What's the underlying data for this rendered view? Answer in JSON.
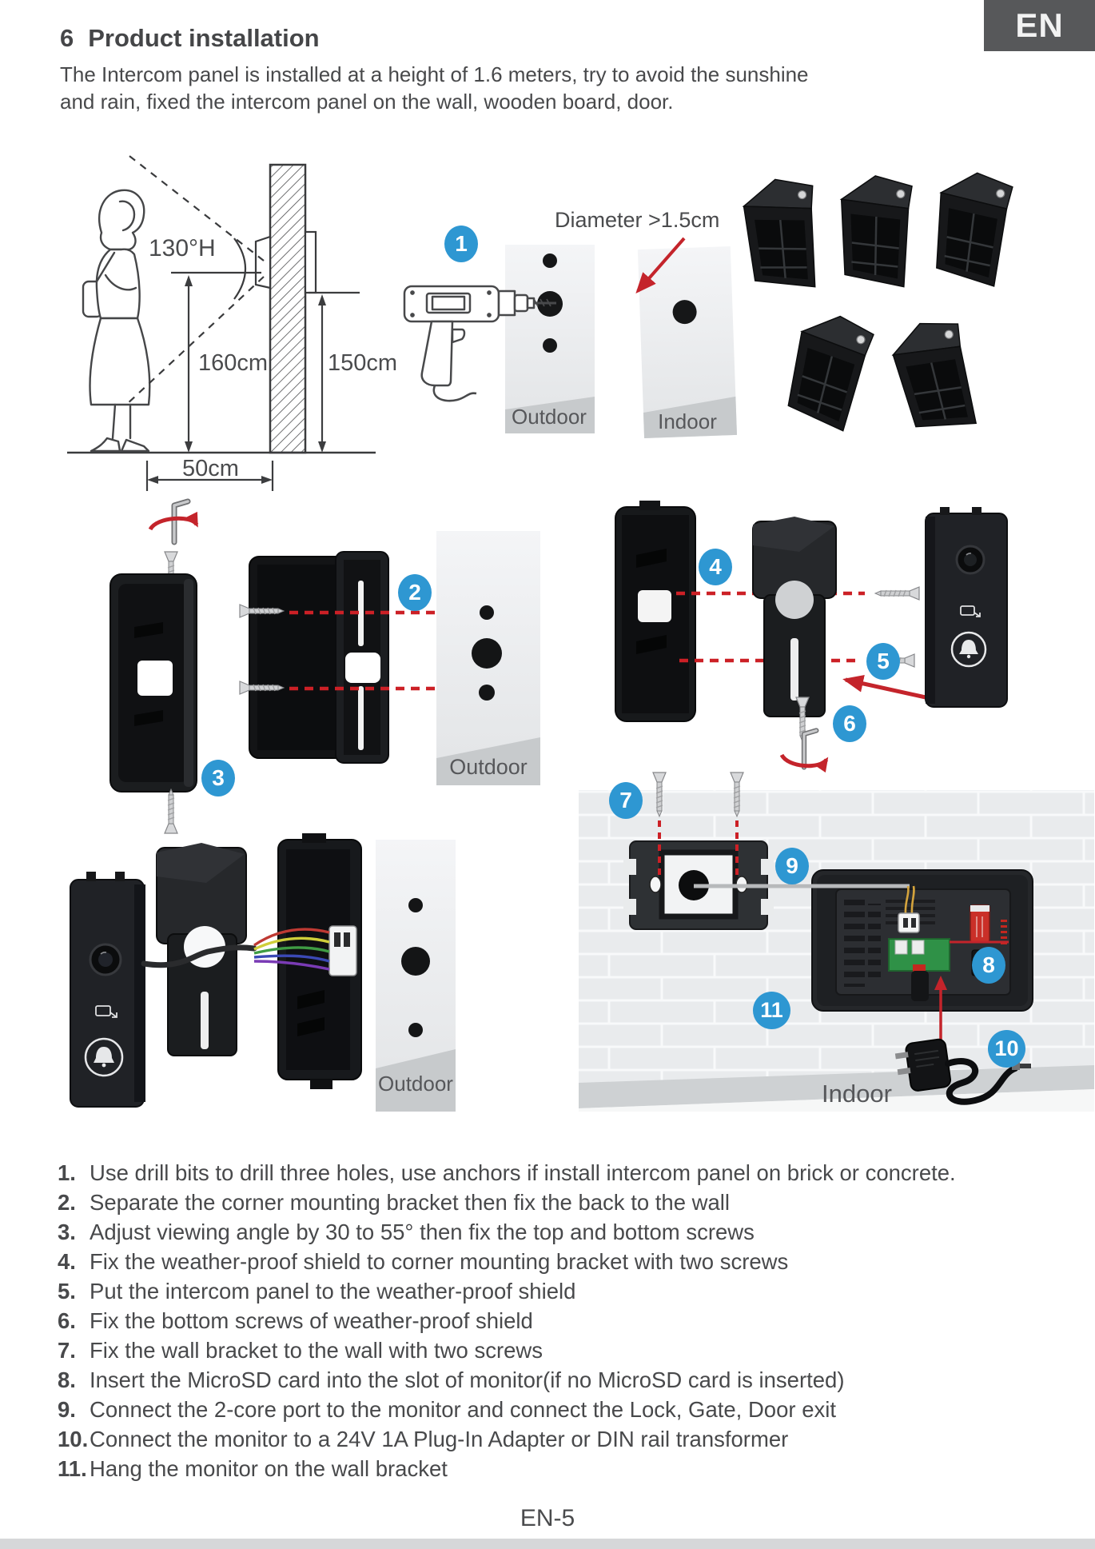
{
  "header": {
    "badge": "EN",
    "section_number": "6",
    "title": "Product installation",
    "intro_line1": "The Intercom panel is installed at a height of 1.6 meters, try to avoid the sunshine",
    "intro_line2": "and rain, fixed the intercom panel on the wall, wooden board, door."
  },
  "diagram_labels": {
    "angle": "130°H",
    "person_height": "160cm",
    "panel_height": "150cm",
    "distance": "50cm",
    "hole_note": "Diameter >1.5cm",
    "outdoor_1": "Outdoor",
    "indoor_1": "Indoor",
    "outdoor_2": "Outdoor",
    "outdoor_3": "Outdoor",
    "indoor_2": "Indoor"
  },
  "step_badges": {
    "b1": "1",
    "b2": "2",
    "b3": "3",
    "b4": "4",
    "b5": "5",
    "b6": "6",
    "b7": "7",
    "b8": "8",
    "b9": "9",
    "b10": "10",
    "b11": "11"
  },
  "steps": [
    {
      "num": "1.",
      "text": "Use drill bits to drill three holes, use anchors if install intercom panel on brick or concrete."
    },
    {
      "num": "2.",
      "text": "Separate the corner mounting bracket then fix the back to the wall"
    },
    {
      "num": "3.",
      "text": "Adjust viewing angle by 30 to 55° then fix the top and bottom screws"
    },
    {
      "num": "4.",
      "text": "Fix the weather-proof shield to corner mounting bracket with two screws"
    },
    {
      "num": "5.",
      "text": "Put the intercom panel to the weather-proof shield"
    },
    {
      "num": "6.",
      "text": "Fix the bottom screws of weather-proof shield"
    },
    {
      "num": "7.",
      "text": "Fix the wall bracket to the wall with two screws"
    },
    {
      "num": "8.",
      "text": "Insert the MicroSD card into the slot of monitor(if no MicroSD card is inserted)"
    },
    {
      "num": "9.",
      "text": "Connect the 2-core port to the monitor and connect the Lock, Gate, Door exit"
    },
    {
      "num": "10.",
      "text": "Connect the monitor to a 24V 1A Plug-In Adapter or DIN rail transformer"
    },
    {
      "num": "11.",
      "text": "Hang the monitor on the wall bracket"
    }
  ],
  "footer": {
    "page": "EN-5"
  },
  "colors": {
    "accent_blue": "#2e97d2",
    "arrow_red": "#c4242b",
    "dashed_red": "#cc2026",
    "pcb_green": "#2f9147",
    "sd_card_red": "#ca2f28",
    "en_badge_gray": "#57585a",
    "text_gray": "#4a4b4d"
  }
}
